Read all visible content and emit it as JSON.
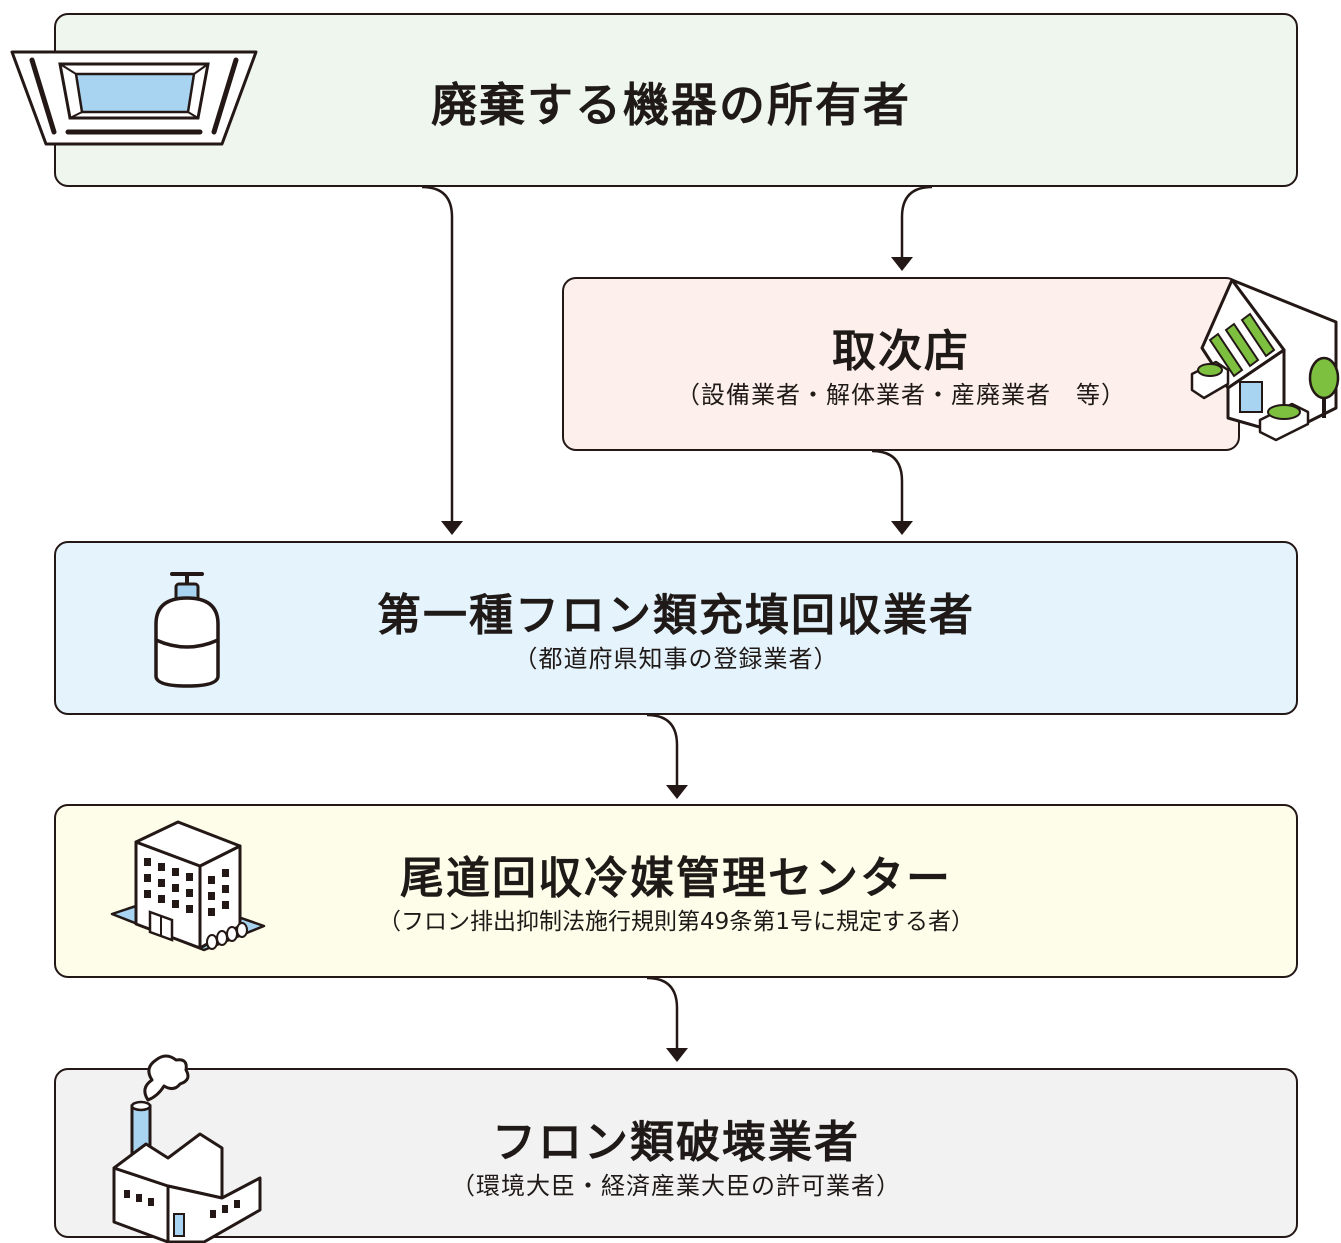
{
  "colors": {
    "stroke": "#231815",
    "owner_bg": "#eef6ee",
    "agent_bg": "#fdf0ec",
    "recovery_bg": "#e5f3fc",
    "center_bg": "#fdfdea",
    "destroyer_bg": "#f2f2f2",
    "icon_blue": "#a8d4f2",
    "icon_green": "#7dbf3f"
  },
  "nodes": {
    "owner": {
      "title": "廃棄する機器の所有者",
      "subtitle": "",
      "icon": "ceiling-air-conditioner-icon"
    },
    "agent": {
      "title": "取次店",
      "subtitle": "（設備業者・解体業者・産廃業者　等）",
      "icon": "shop-icon"
    },
    "recovery": {
      "title": "第一種フロン類充填回収業者",
      "subtitle": "（都道府県知事の登録業者）",
      "icon": "gas-cylinder-icon"
    },
    "center": {
      "title": "尾道回収冷媒管理センター",
      "subtitle": "（フロン排出抑制法施行規則第49条第1号に規定する者）",
      "icon": "office-building-icon"
    },
    "destroyer": {
      "title": "フロン類破壊業者",
      "subtitle": "（環境大臣・経済産業大臣の許可業者）",
      "icon": "factory-icon"
    }
  },
  "edges": [
    {
      "from": "owner",
      "to": "recovery"
    },
    {
      "from": "owner",
      "to": "agent"
    },
    {
      "from": "agent",
      "to": "recovery"
    },
    {
      "from": "recovery",
      "to": "center"
    },
    {
      "from": "center",
      "to": "destroyer"
    }
  ]
}
